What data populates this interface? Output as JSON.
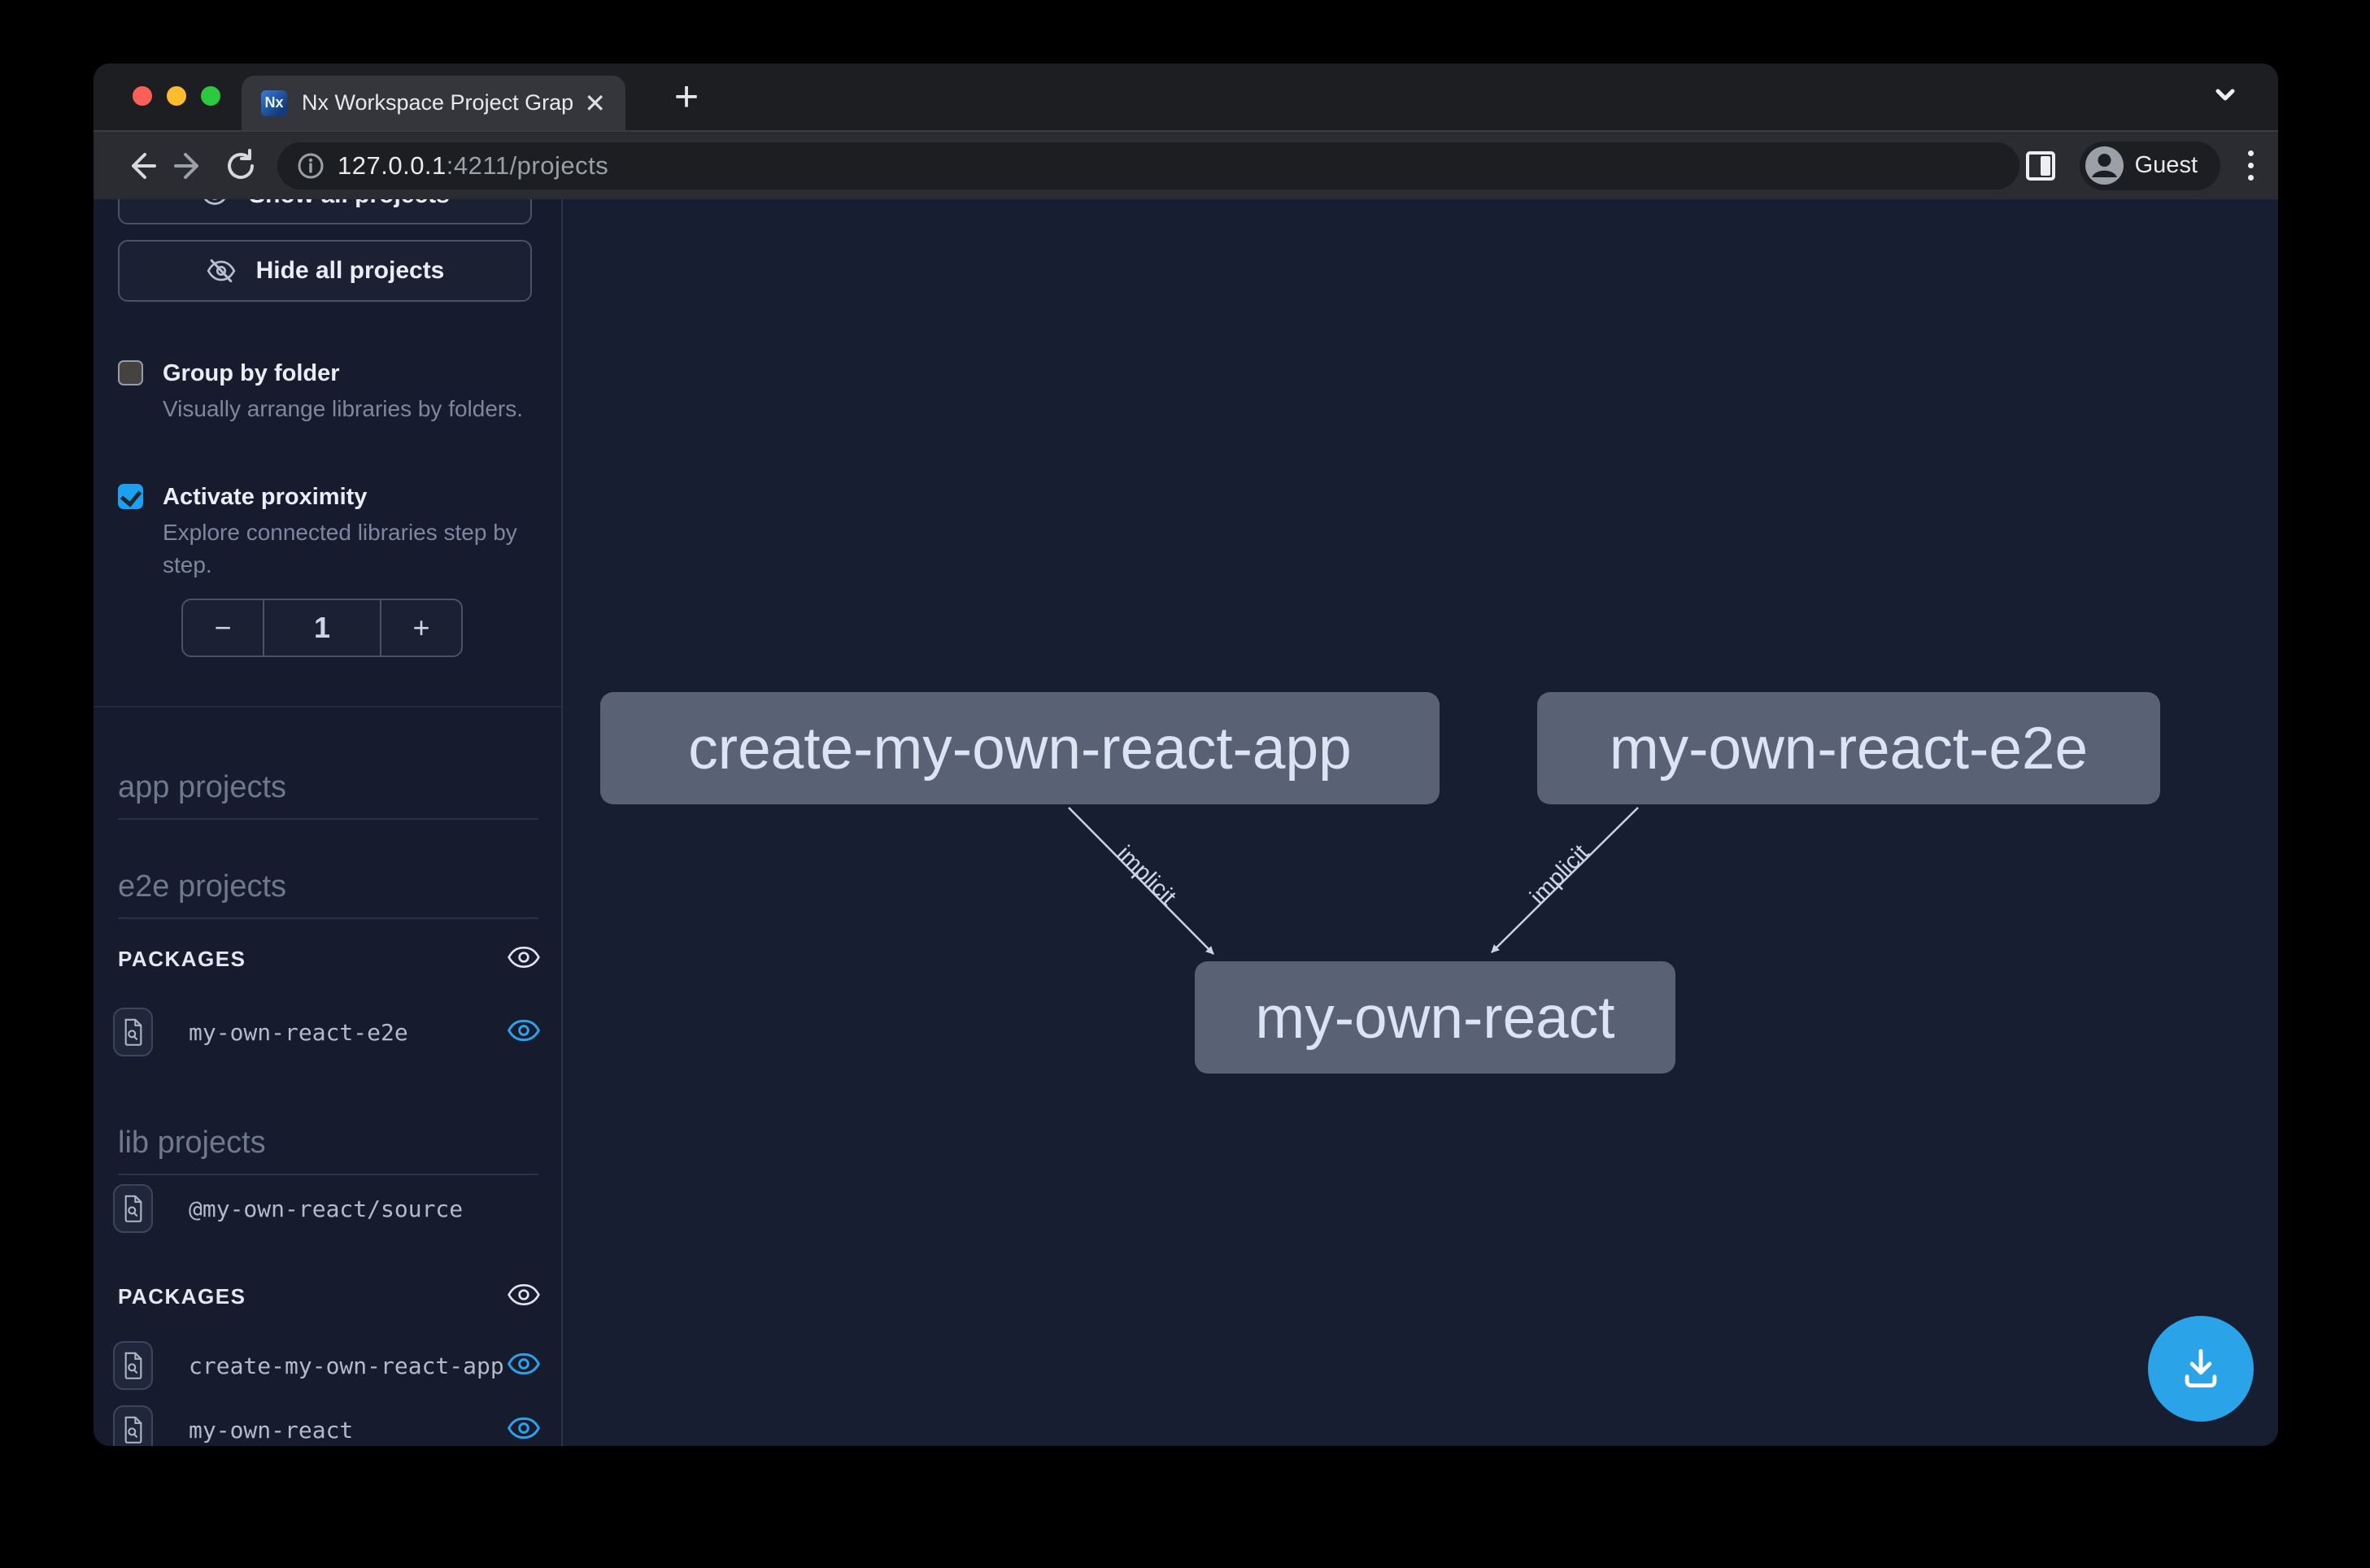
{
  "window": {
    "tab_title": "Nx Workspace Project Graph",
    "tab_close": "✕",
    "new_tab": "+",
    "url_host": "127.0.0.1",
    "url_rest": ":4211/projects",
    "guest_label": "Guest"
  },
  "sidebar": {
    "show_all_button": "Show all projects",
    "hide_all_button": "Hide all projects",
    "options": [
      {
        "label": "Group by folder",
        "description": "Visually arrange libraries by folders.",
        "checked": false
      },
      {
        "label": "Activate proximity",
        "description": "Explore connected libraries step by step.",
        "checked": true
      }
    ],
    "proximity_stepper": {
      "decrement": "−",
      "value": "1",
      "increment": "+"
    },
    "headings": {
      "app": "app projects",
      "e2e": "e2e projects",
      "lib": "lib projects"
    },
    "packages_label": "PACKAGES",
    "e2e_packages": [
      {
        "name": "my-own-react-e2e",
        "visible": true
      }
    ],
    "lib_items": [
      {
        "name": "@my-own-react/source"
      }
    ],
    "lib_packages": [
      {
        "name": "create-my-own-react-app",
        "visible": true
      },
      {
        "name": "my-own-react",
        "visible": true
      }
    ]
  },
  "graph": {
    "nodes": [
      {
        "id": "create-my-own-react-app"
      },
      {
        "id": "my-own-react-e2e"
      },
      {
        "id": "my-own-react"
      }
    ],
    "edges": [
      {
        "from": "create-my-own-react-app",
        "to": "my-own-react",
        "label": "implicit"
      },
      {
        "from": "my-own-react-e2e",
        "to": "my-own-react",
        "label": "implicit"
      }
    ]
  },
  "colors": {
    "checkbox_accent": "#1ba0f2",
    "eye_visible_blue": "#2f9fe8",
    "download_button": "#2aa3e8",
    "node_fill": "#596174",
    "edge_stroke": "#c9d1e4"
  }
}
